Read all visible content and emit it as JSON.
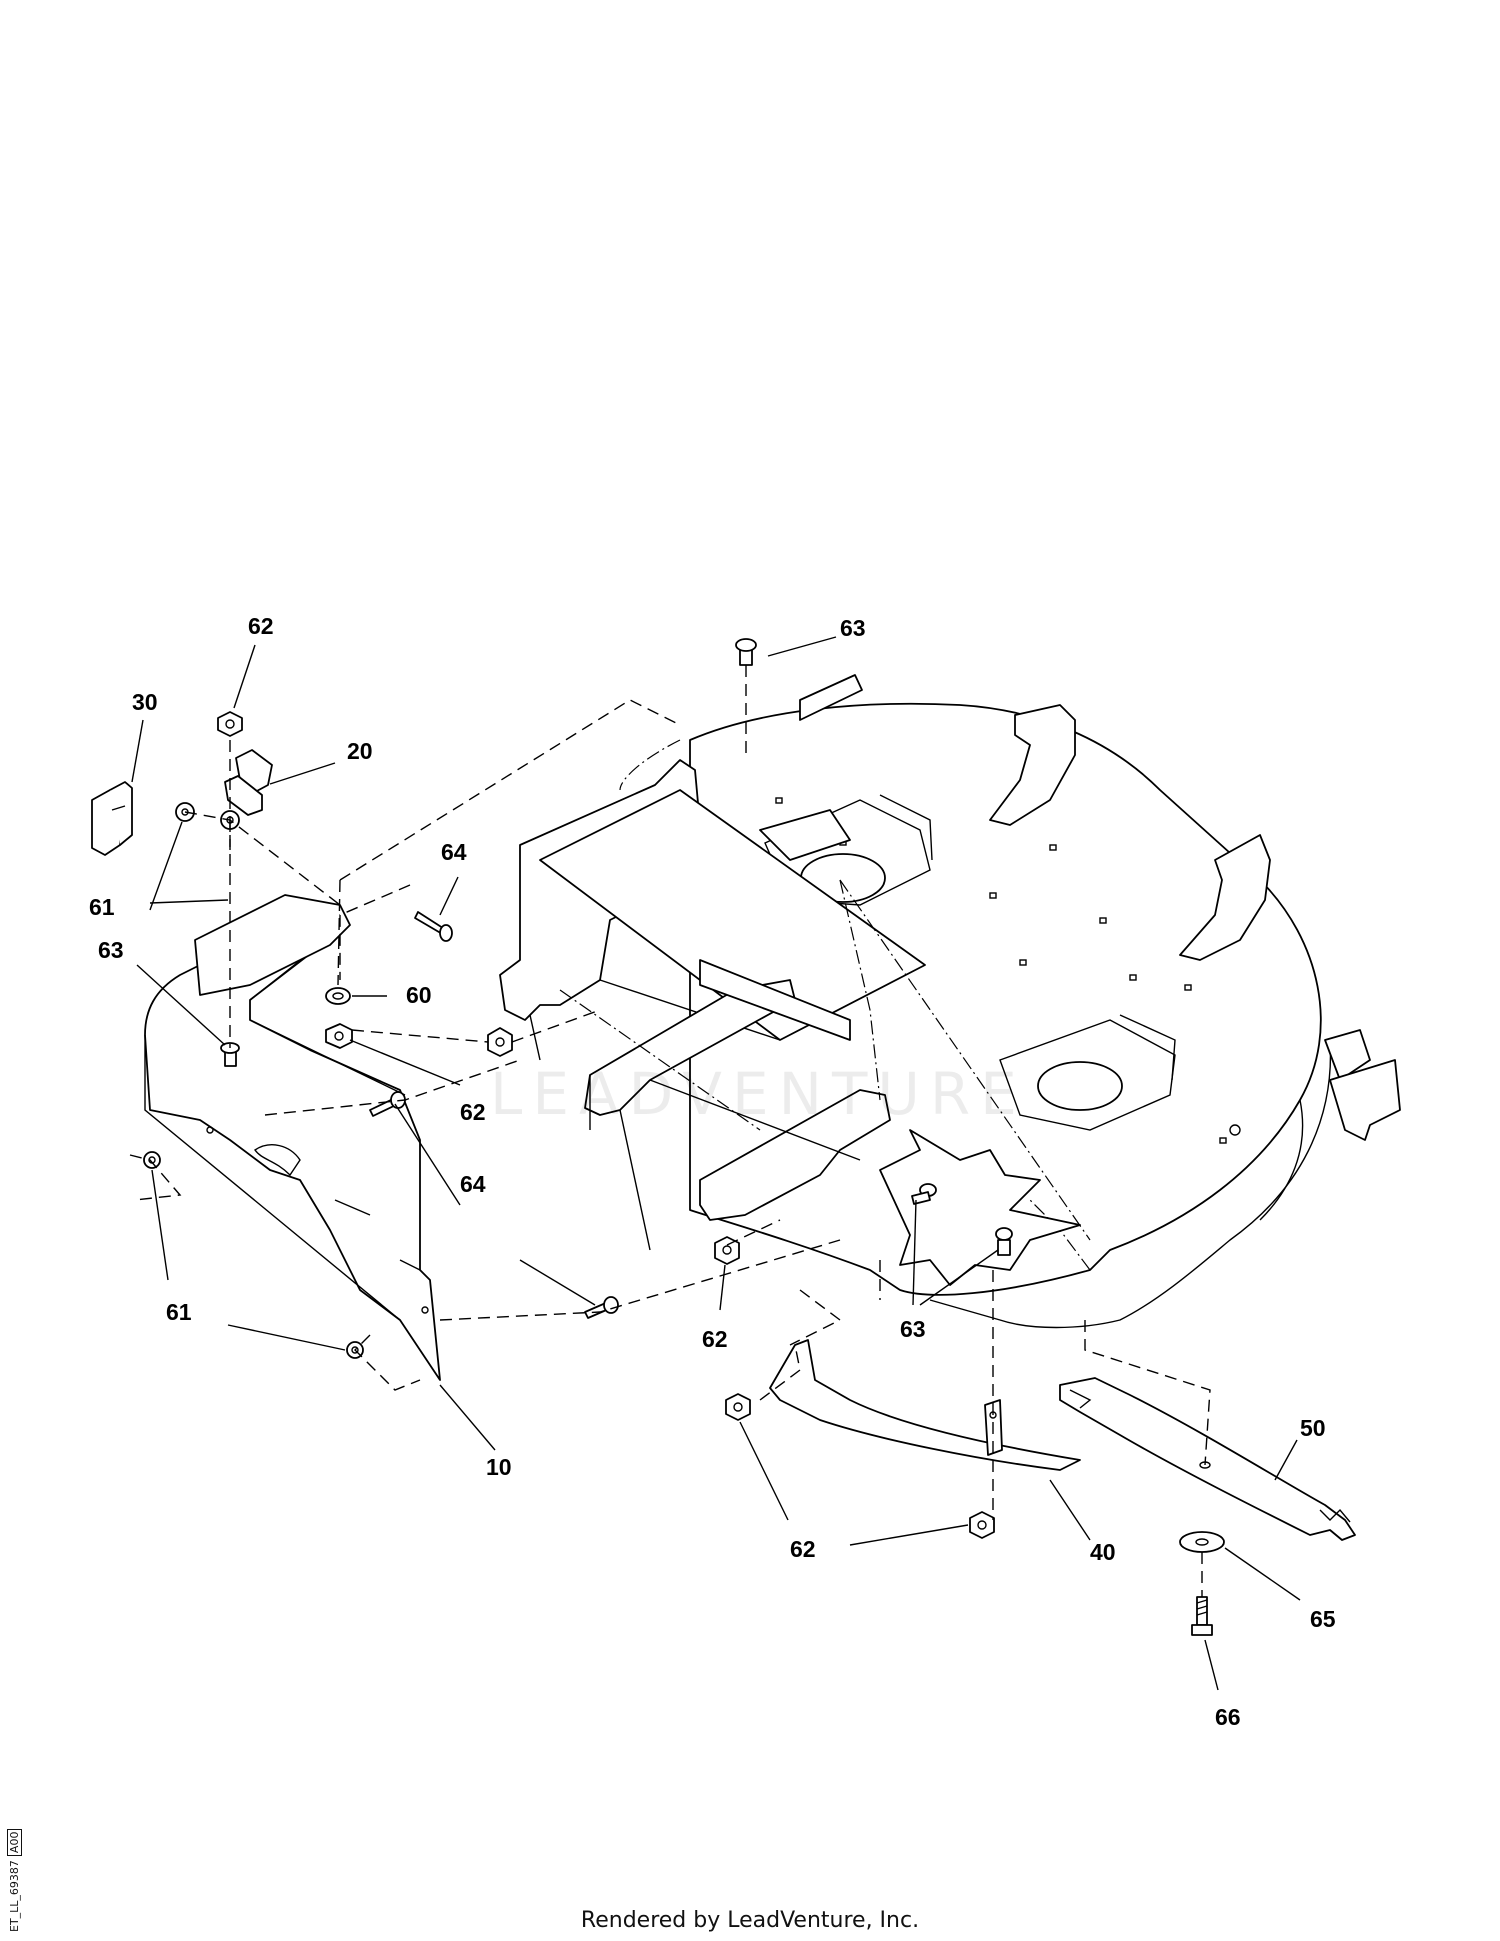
{
  "callouts": {
    "c62_top": "62",
    "c30": "30",
    "c20": "20",
    "c61_top": "61",
    "c63_left": "63",
    "c64_top": "64",
    "c60": "60",
    "c62_mid": "62",
    "c63_top": "63",
    "c64_mid": "64",
    "c61_bottom": "61",
    "c10": "10",
    "c62_lower": "62",
    "c63_lower": "63",
    "c62_bottom": "62",
    "c40": "40",
    "c50": "50",
    "c65": "65",
    "c66": "66"
  },
  "watermark": "LEADVENTURE",
  "footer": "Rendered by LeadVenture, Inc.",
  "side_code": {
    "id": "ET_LL_69387",
    "rev": "A00"
  }
}
